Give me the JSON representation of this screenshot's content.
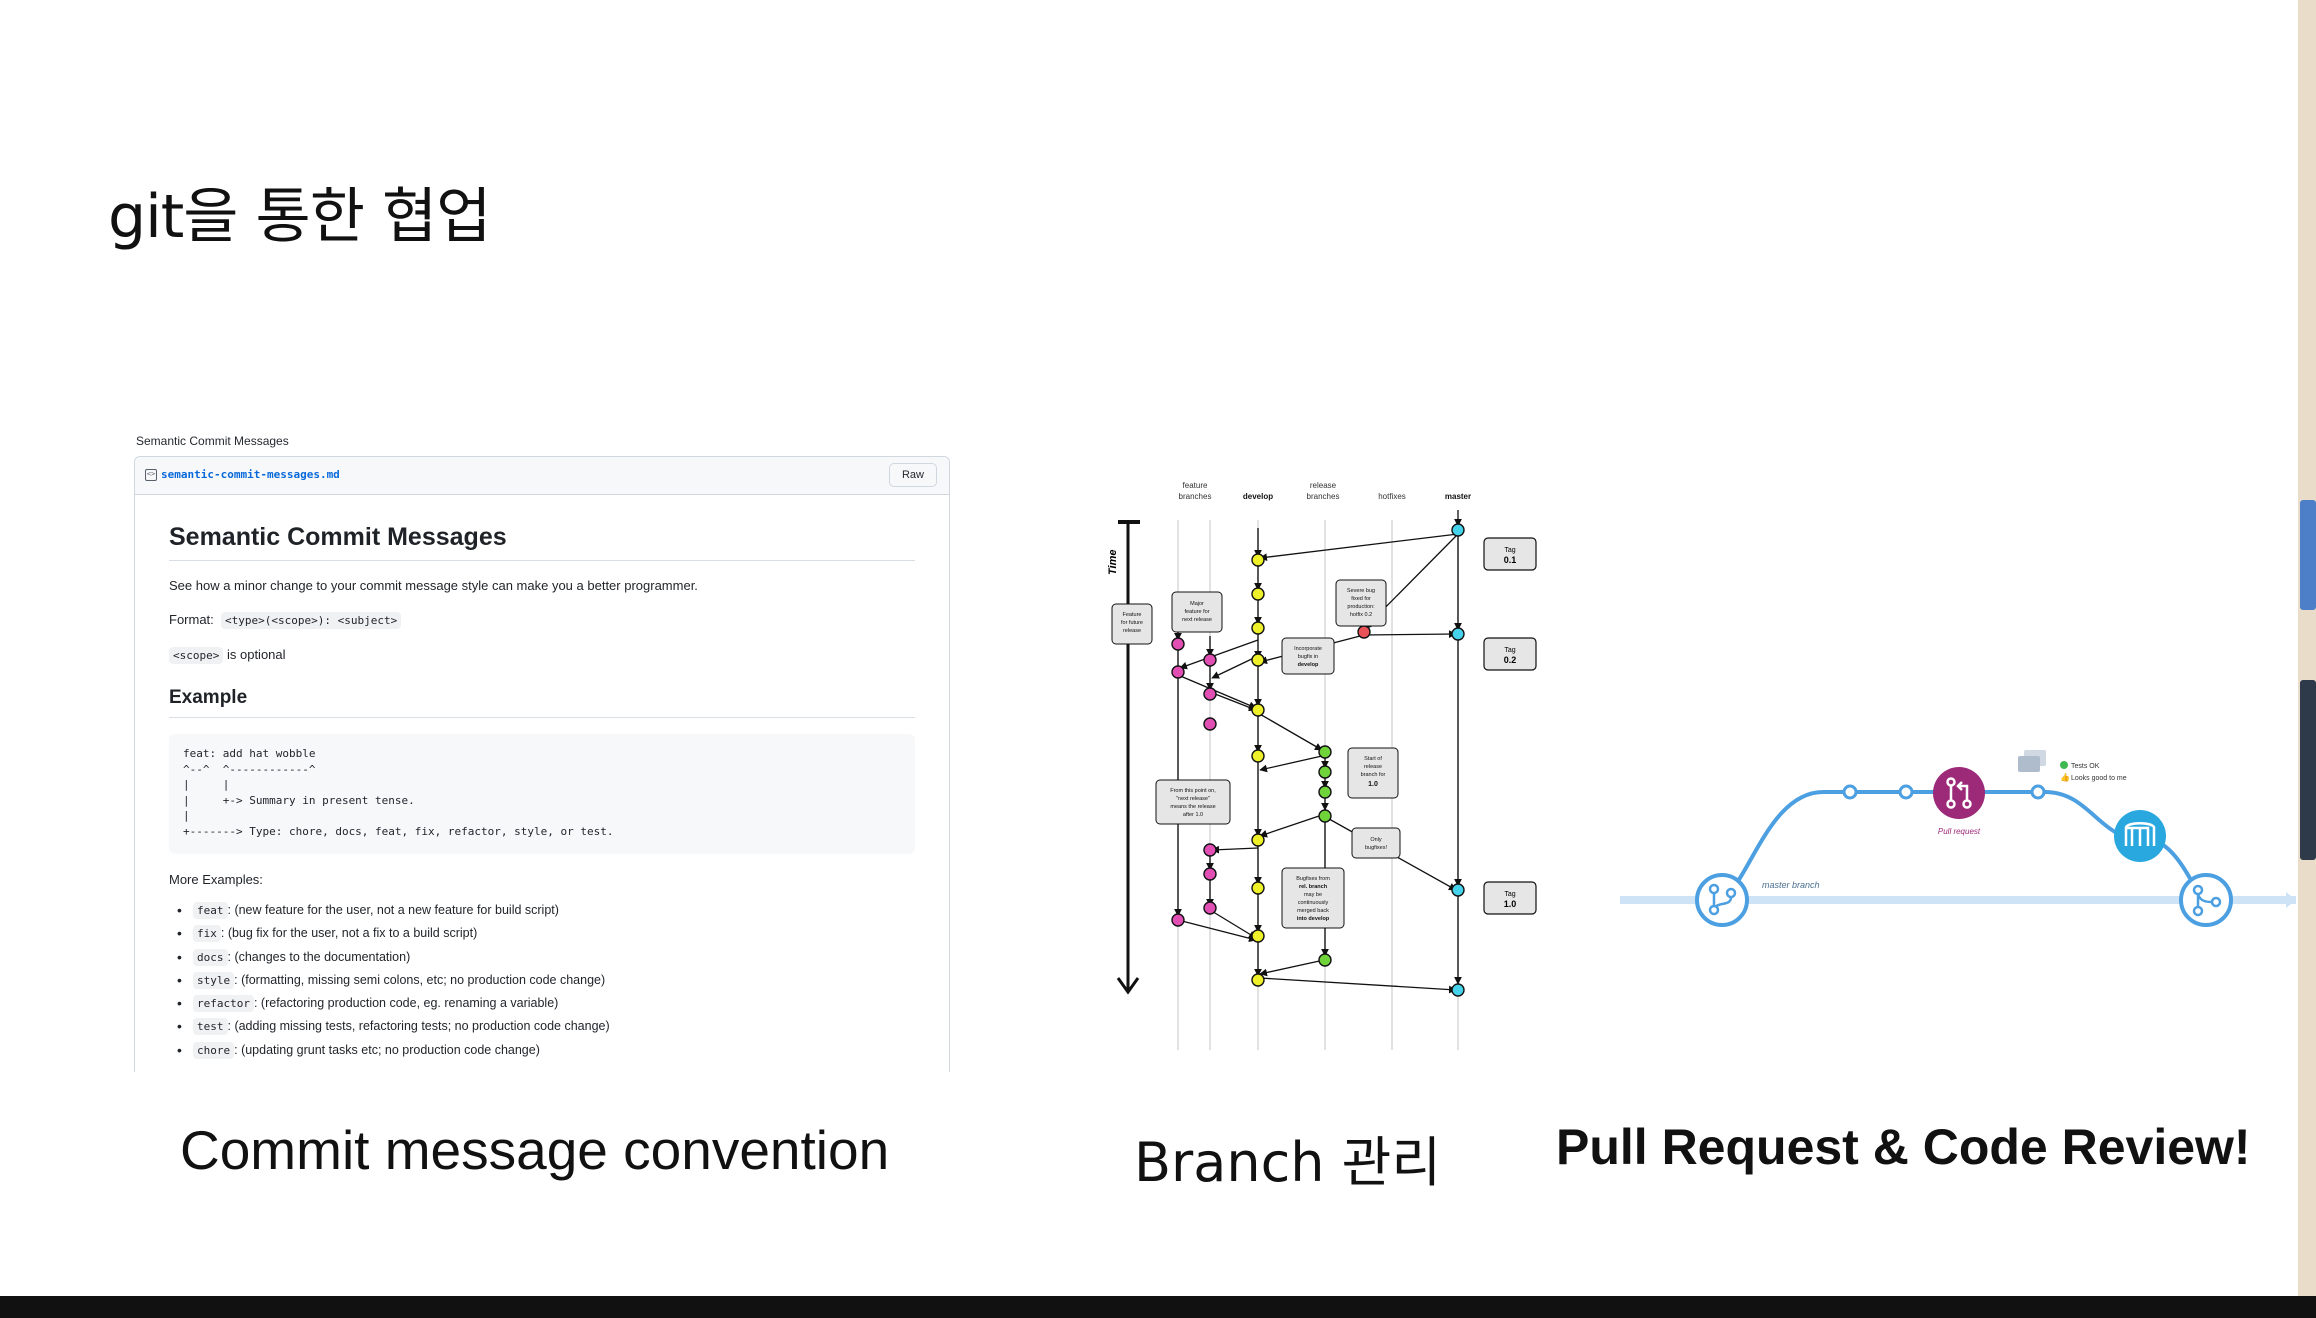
{
  "slide": {
    "title": "git을 통한 협업"
  },
  "gist": {
    "caption": "Semantic Commit Messages",
    "file_name": "semantic-commit-messages.md",
    "raw_label": "Raw",
    "heading": "Semantic Commit Messages",
    "intro": "See how a minor change to your commit message style can make you a better programmer.",
    "format_label": "Format:",
    "format_code": "<type>(<scope>): <subject>",
    "scope_code": "<scope>",
    "scope_text": "is optional",
    "example_heading": "Example",
    "code_lines": [
      "feat: add hat wobble",
      "^--^  ^------------^",
      "|     |",
      "|     +-> Summary in present tense.",
      "|",
      "+-------> Type: chore, docs, feat, fix, refactor, style, or test."
    ],
    "more_label": "More Examples:",
    "examples": [
      {
        "code": "feat",
        "text": ": (new feature for the user, not a new feature for build script)"
      },
      {
        "code": "fix",
        "text": ": (bug fix for the user, not a fix to a build script)"
      },
      {
        "code": "docs",
        "text": ": (changes to the documentation)"
      },
      {
        "code": "style",
        "text": ": (formatting, missing semi colons, etc; no production code change)"
      },
      {
        "code": "refactor",
        "text": ": (refactoring production code, eg. renaming a variable)"
      },
      {
        "code": "test",
        "text": ": (adding missing tests, refactoring tests; no production code change)"
      },
      {
        "code": "chore",
        "text": ": (updating grunt tasks etc; no production code change)"
      }
    ]
  },
  "flow": {
    "lanes": {
      "feature": [
        "feature",
        "branches"
      ],
      "develop": "develop",
      "release": [
        "release",
        "branches"
      ],
      "hotfixes": "hotfixes",
      "master": "master"
    },
    "time_label": "Time",
    "tags": [
      {
        "label": "Tag",
        "value": "0.1"
      },
      {
        "label": "Tag",
        "value": "0.2"
      },
      {
        "label": "Tag",
        "value": "1.0"
      }
    ],
    "notes": {
      "feature_future": [
        "Feature",
        "for future",
        "release"
      ],
      "major_feature": [
        "Major",
        "feature for",
        "next release"
      ],
      "severe_bug": [
        "Severe bug",
        "fixed for",
        "production:",
        "hotfix 0.2"
      ],
      "incorporate": [
        "Incorporate",
        "bugfix in",
        "develop"
      ],
      "start_release": [
        "Start of",
        "release",
        "branch for",
        "1.0"
      ],
      "from_this_point": [
        "From this point on,",
        "\"next release\"",
        "means the release",
        "after 1.0"
      ],
      "only_bugfixes": [
        "Only",
        "bugfixes!"
      ],
      "bugfixes_from": [
        "Bugfixes from",
        "rel. branch",
        "may be",
        "continuously",
        "merged back",
        "into develop"
      ]
    },
    "colors": {
      "feature": "#e14fb4",
      "develop": "#eef02a",
      "release": "#6fd339",
      "hotfix": "#e8535a",
      "master": "#46d2ea"
    }
  },
  "pr": {
    "master_branch_label": "master branch",
    "pull_request_label": "Pull request",
    "tests_ok": "Tests OK",
    "looks_good": "Looks good to me",
    "colors": {
      "line": "#4c9fe0",
      "pull_request": "#9c2a78",
      "merge": "#29a8df"
    }
  },
  "captions": {
    "commit": "Commit message convention",
    "branch": "Branch 관리",
    "pr": "Pull Request & Code Review!"
  }
}
